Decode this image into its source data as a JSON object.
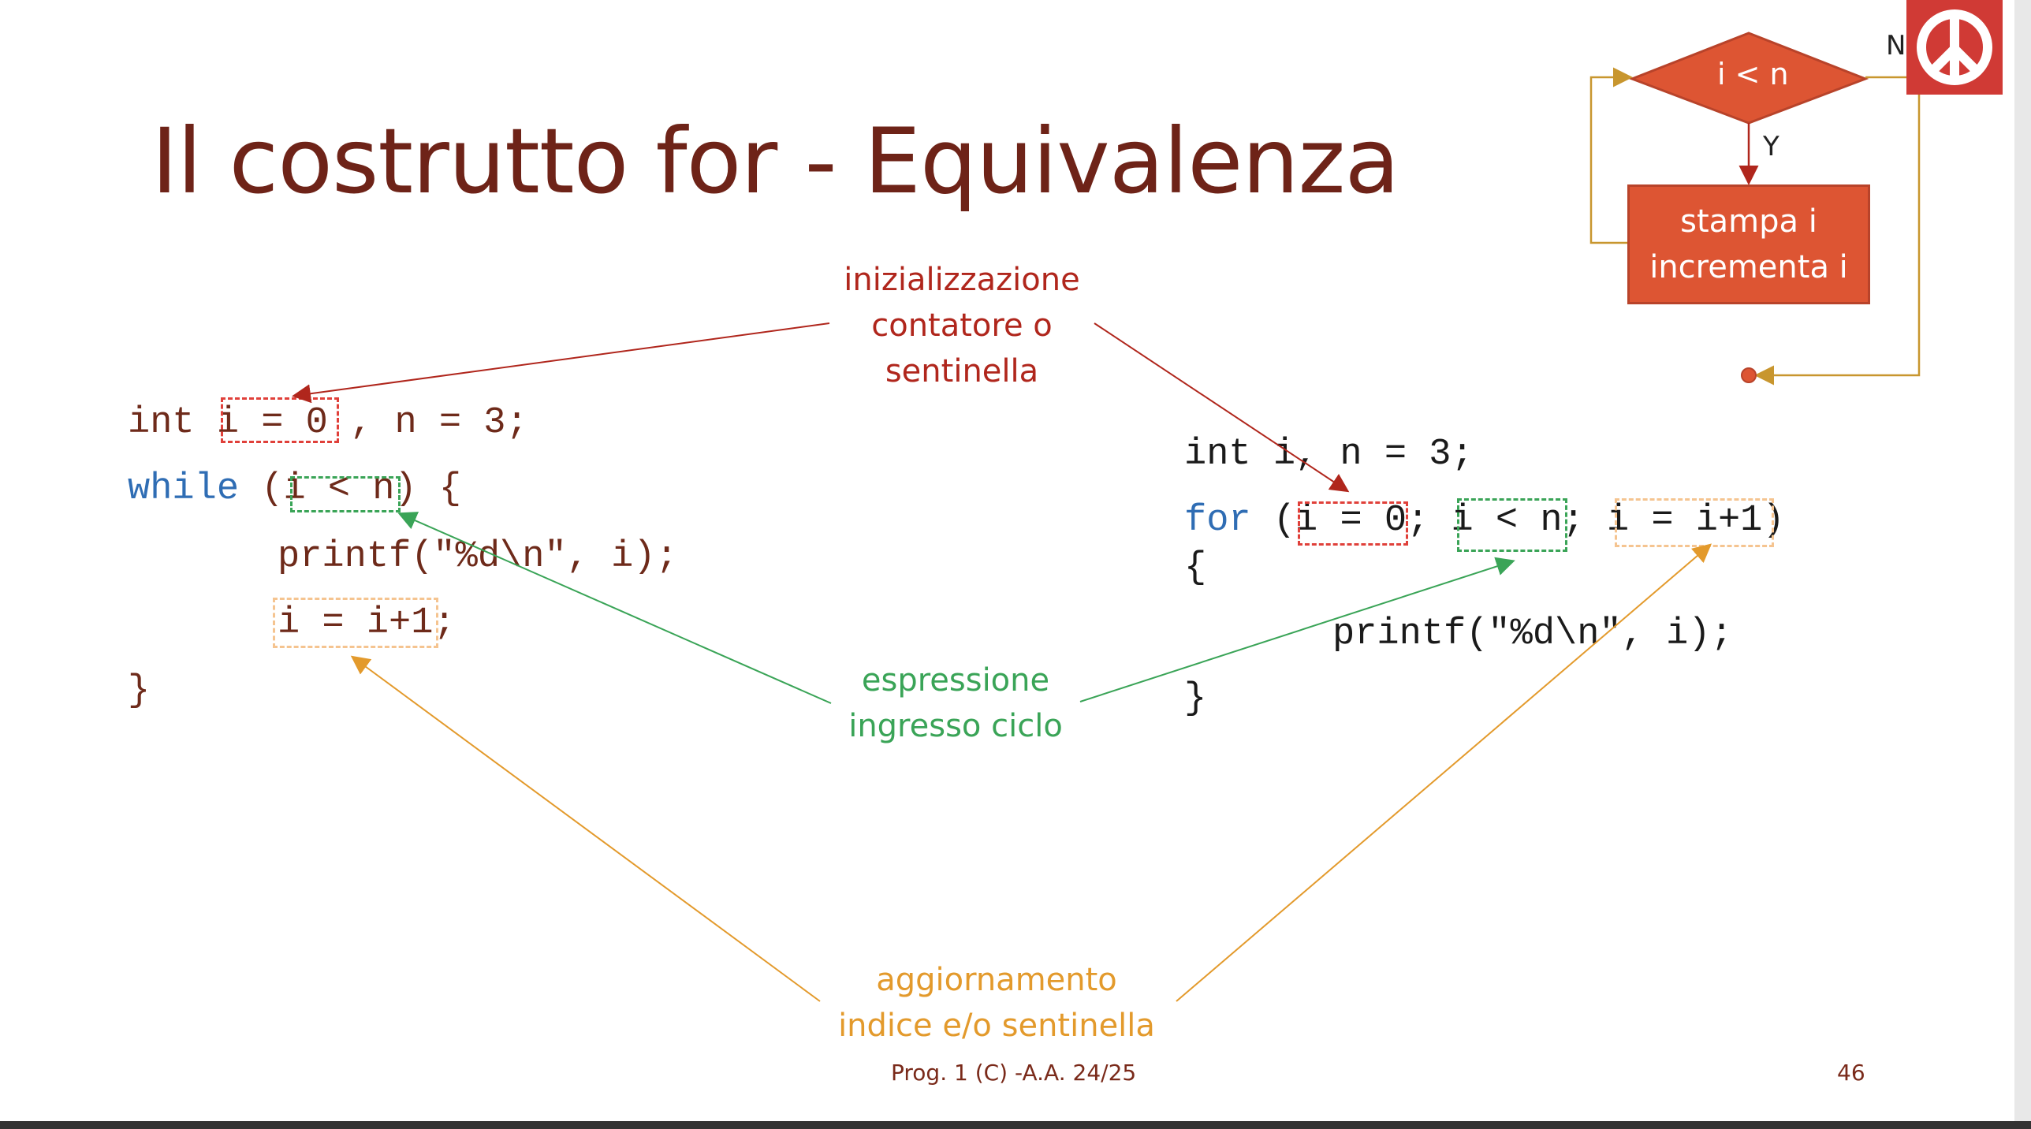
{
  "slide": {
    "title": "Il costrutto for - Equivalenza",
    "footer": "Prog. 1 (C) -A.A. 24/25",
    "page_number": "46"
  },
  "while_code": {
    "line1_kw": "int ",
    "line1_init": "i = 0",
    "line1_rest": " , n = 3;",
    "line2_kw": "while",
    "line2_open": " (",
    "line2_cond": "i < n",
    "line2_close": ") {",
    "line3": "printf(\"%d\\n\", i);",
    "line4_update": "i = i+1",
    "line4_semicolon": ";",
    "line5": "}"
  },
  "for_code": {
    "line1": "int i, n = 3;",
    "line2_kw": "for",
    "line2_open": " (",
    "line2_init": "i = 0",
    "line2_sep1": "; ",
    "line2_cond": "i < n",
    "line2_sep2": "; ",
    "line2_update": "i = i+1",
    "line2_close": ")",
    "line3": "{",
    "line4": "printf(\"%d\\n\", i);",
    "line5": "}"
  },
  "labels": {
    "init_line1": "inizializzazione",
    "init_line2": "contatore o",
    "init_line3": "sentinella",
    "cond_line1": "espressione",
    "cond_line2": "ingresso ciclo",
    "update_line1": "aggiornamento",
    "update_line2": "indice e/o sentinella"
  },
  "flowchart": {
    "decision": "i < n",
    "yes_label": "Y",
    "no_label": "N",
    "action_line1": "stampa i",
    "action_line2": "incrementa i"
  },
  "colors": {
    "title": "#6e2318",
    "init": "#b0261c",
    "condition": "#3aa457",
    "update": "#e39a2c",
    "keyword": "#2f6db4",
    "flow_fill": "#dd5533",
    "flow_line": "#c8962e"
  },
  "logo_icon": "peace-symbol-icon"
}
